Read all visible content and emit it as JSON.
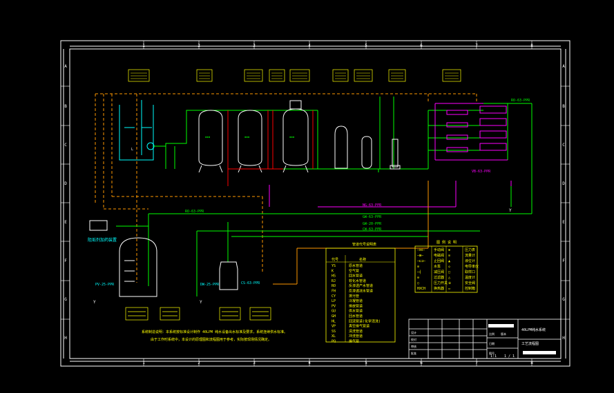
{
  "border": {
    "columns": [
      "1",
      "2",
      "3",
      "4",
      "5",
      "6",
      "7",
      "8"
    ],
    "rows": [
      "A",
      "B",
      "C",
      "D",
      "E",
      "F",
      "G",
      "H"
    ]
  },
  "pipes": {
    "ro_pipe": "RO-63-PPR",
    "ro_right": "RO-63-PPR",
    "ng_main": "NG-63-PPR",
    "gw1": "GW-63-PPR",
    "gw2": "GW-20-PPR",
    "cw": "CW-63-PPR",
    "dw": "DW-25-PPR",
    "pv": "PV-25-PPR",
    "vb": "VB-63-PPR",
    "cs": "CS-63-PPR"
  },
  "labels": {
    "dosing_device": "阻垢剂加药装置",
    "port_y": "Y"
  },
  "notes": {
    "line1": "系统制造说明：本系统按标准设计制作 40LPM 纯水设备出水标准及要求，系统连续供水标准。",
    "line2": "由于工作时系统中，本设计的原理图和流程图用于参考，实际按现场情况确定。"
  },
  "legend1": {
    "title": "管道代号说明表",
    "header": [
      "代号",
      "名称"
    ],
    "rows": [
      [
        "YS",
        "原水管道"
      ],
      [
        "K",
        "空气管"
      ],
      [
        "HS",
        "回水管道"
      ],
      [
        "RJ",
        "软化水管道"
      ],
      [
        "RO",
        "反渗透产水管道"
      ],
      [
        "FH",
        "反渗透浓水管道"
      ],
      [
        "CY",
        "排污管"
      ],
      [
        "LP",
        "冷凝管道"
      ],
      [
        "PV",
        "排放管道"
      ],
      [
        "GU",
        "供水管道"
      ],
      [
        "GH",
        "回水管道"
      ],
      [
        "HL",
        "回流管道(化学清洗)"
      ],
      [
        "VP",
        "真空排气管道"
      ],
      [
        "SS",
        "清洗管道"
      ],
      [
        "XL",
        "冲洗管道"
      ],
      [
        "PQ",
        "排气管"
      ]
    ]
  },
  "legend2": {
    "title": "图 例 说 明",
    "rows": [
      [
        "—⋈—",
        "手动阀",
        "⊗",
        "压力表"
      ],
      [
        "—⊠—",
        "电磁阀",
        "⊙",
        "流量计"
      ],
      [
        "—⊏⊐—",
        "止回阀",
        "▲",
        "液位计"
      ],
      [
        "⊘",
        "水泵",
        "◇",
        "电导率仪"
      ],
      [
        "─┤",
        "减压阀",
        "□",
        "取样口"
      ],
      [
        "⊖",
        "过滤器",
        "△",
        "温度计"
      ],
      [
        "○",
        "压力开关",
        "※",
        "安全阀"
      ],
      [
        "HXCH",
        "换热器",
        "▭",
        "控制箱"
      ]
    ]
  },
  "titleblock": {
    "project": "40LPM纯水系统",
    "drawing": "工艺流程图",
    "cells": [
      "设计",
      "校对",
      "审核",
      "批准",
      "比例",
      "日期",
      "图号",
      "版本"
    ],
    "scale": "1:1",
    "sheet": "1 / 1"
  }
}
